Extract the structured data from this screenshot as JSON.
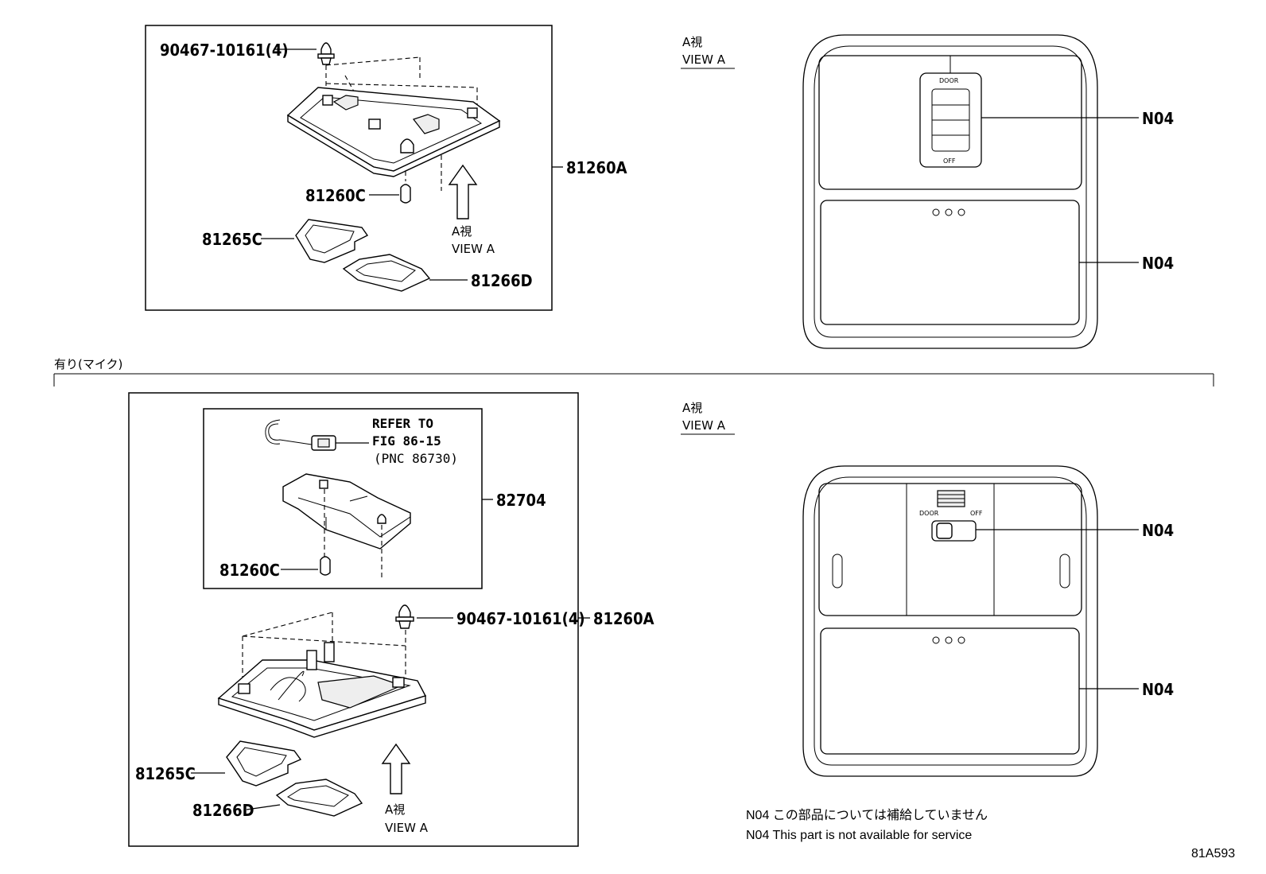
{
  "upper": {
    "clip_label": "90467-10161(4)",
    "bulb_label": "81260C",
    "lamp_assy_label": "81260A",
    "lens1_label": "81265C",
    "lens2_label": "81266D",
    "view_jp": "A視",
    "view_en": "VIEW A",
    "header_view_jp": "A視",
    "header_view_en": "VIEW A",
    "switch_label": "N04",
    "lens_label": "N04",
    "switch_top": "DOOR",
    "switch_bottom": "OFF"
  },
  "section_label": "有り(マイク)",
  "lower": {
    "refer_line1": "REFER TO",
    "refer_line2": "FIG 86-15",
    "refer_line3": "(PNC 86730)",
    "mic_label": "82704",
    "bulb_label": "81260C",
    "clip_label": "90467-10161(4)",
    "lamp_assy_label": "81260A",
    "lens1_label": "81265C",
    "lens2_label": "81266D",
    "view_jp": "A視",
    "view_en": "VIEW A",
    "header_view_jp": "A視",
    "header_view_en": "VIEW A",
    "switch_label": "N04",
    "lens_label": "N04",
    "switch_left": "DOOR",
    "switch_right": "OFF"
  },
  "notes": {
    "jp": "N04 この部品については補給していません",
    "en": "N04 This part is not available for service"
  },
  "figure_id": "81A593"
}
